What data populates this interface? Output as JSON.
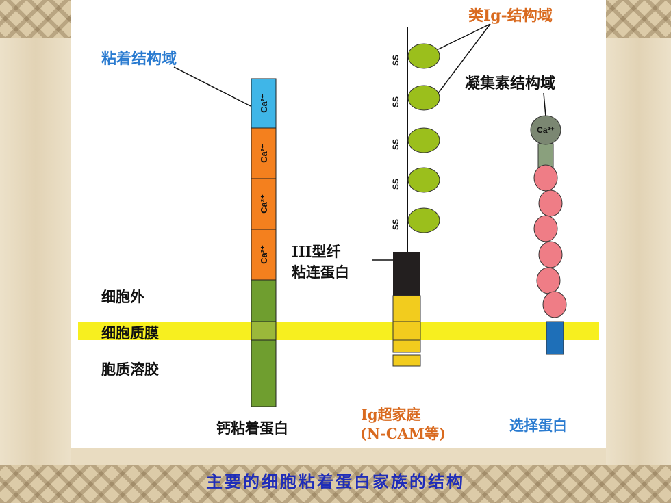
{
  "labels": {
    "adhesion_domain": "粘着结构域",
    "ig_like_domain": "类Ig-结构域",
    "lectin_domain": "凝集素结构域",
    "fibronectin_line1": "III型纤",
    "fibronectin_line2": "粘连蛋白",
    "extracellular": "细胞外",
    "plasma_membrane": "细胞质膜",
    "cytosol": "胞质溶胶",
    "cadherin": "钙粘着蛋白",
    "ig_superfamily_line1": "Ig超家庭",
    "ig_superfamily_line2": "(N-CAM等)",
    "selectin": "选择蛋白"
  },
  "calcium_label": "Ca²⁺",
  "ss_label": "SS",
  "caption": "主要的细胞粘着蛋白家族的结构",
  "colors": {
    "membrane": "#f7ef1f",
    "cadherin_top": "#3fb6e8",
    "cadherin_ca": "#f4801e",
    "cadherin_body": "#6f9e2f",
    "ig_domain": "#9bbf1c",
    "fibronectin": "#231f1f",
    "ncam_yellow": "#f2cc1e",
    "lectin_head": "#7b8772",
    "selectin_stalk": "#8aa07d",
    "selectin_beads": "#ef7d86",
    "selectin_tm": "#1e6fb8",
    "label_blue": "#2a7bd0",
    "label_orange": "#d96a1f",
    "caption_blue": "#1f2db8"
  }
}
